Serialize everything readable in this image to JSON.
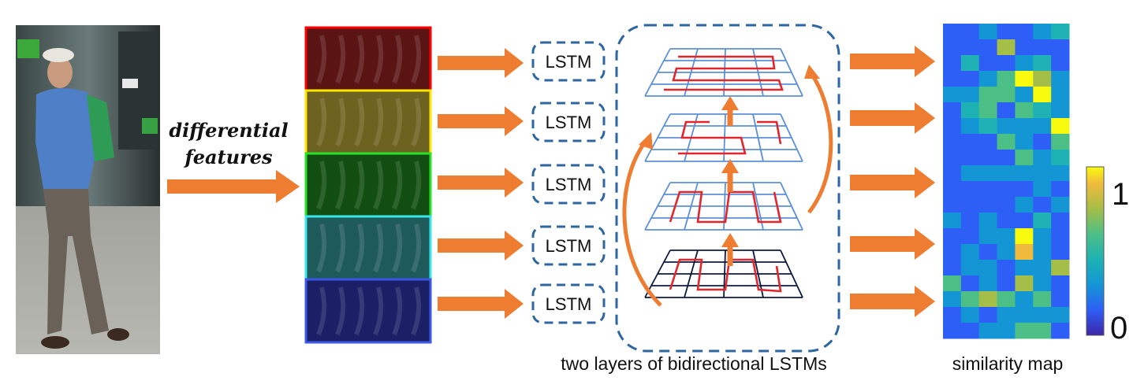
{
  "labels": {
    "input_caption_line1": "differential",
    "input_caption_line2": "features",
    "lstm_label": "LSTM",
    "bilstm_caption": "two layers of bidirectional LSTMs",
    "similarity_caption": "similarity map",
    "colorbar_max": "1",
    "colorbar_min": "0"
  },
  "feature_stripes": [
    {
      "name": "red-stripe",
      "fill": "#5a1414",
      "border": "#ff0000"
    },
    {
      "name": "yellow-stripe",
      "fill": "#6e6220",
      "border": "#ffe600"
    },
    {
      "name": "green-stripe",
      "fill": "#124e12",
      "border": "#27e327"
    },
    {
      "name": "cyan-stripe",
      "fill": "#1f5a5a",
      "border": "#36e6ec"
    },
    {
      "name": "blue-stripe",
      "fill": "#1a1f66",
      "border": "#3b58e8"
    }
  ],
  "colors": {
    "arrow": "#ee7d31",
    "dashed_border": "#2e66a0",
    "grid_blue": "#5b8fd6",
    "grid_dark": "#0d1a40",
    "path_red": "#e3262c"
  },
  "colormap": [
    "#3e26a8",
    "#2d5ef5",
    "#1496d5",
    "#1eb2b4",
    "#4cbf86",
    "#a5be47",
    "#f0ba3d",
    "#f9fb0e"
  ],
  "similarity_map": [
    [
      0.1,
      0.15,
      0.35,
      0.15,
      0.2,
      0.3,
      0.45
    ],
    [
      0.15,
      0.2,
      0.15,
      0.7,
      0.15,
      0.1,
      0.15
    ],
    [
      0.1,
      0.4,
      0.15,
      0.2,
      0.25,
      0.4,
      0.15
    ],
    [
      0.15,
      0.2,
      0.25,
      0.55,
      0.95,
      0.65,
      0.25
    ],
    [
      0.35,
      0.25,
      0.55,
      0.5,
      0.35,
      0.95,
      0.3
    ],
    [
      0.15,
      0.4,
      0.5,
      0.15,
      0.55,
      0.45,
      0.35
    ],
    [
      0.2,
      0.25,
      0.45,
      0.25,
      0.35,
      0.3,
      0.95
    ],
    [
      0.15,
      0.15,
      0.2,
      0.5,
      0.35,
      0.2,
      0.6
    ],
    [
      0.1,
      0.15,
      0.2,
      0.2,
      0.55,
      0.35,
      0.4
    ],
    [
      0.2,
      0.3,
      0.3,
      0.3,
      0.25,
      0.3,
      0.35
    ],
    [
      0.15,
      0.2,
      0.15,
      0.2,
      0.2,
      0.25,
      0.2
    ],
    [
      0.2,
      0.15,
      0.1,
      0.2,
      0.35,
      0.2,
      0.25
    ],
    [
      0.25,
      0.15,
      0.3,
      0.2,
      0.15,
      0.4,
      0.2
    ],
    [
      0.15,
      0.2,
      0.25,
      0.3,
      0.95,
      0.25,
      0.15
    ],
    [
      0.2,
      0.25,
      0.15,
      0.3,
      0.85,
      0.35,
      0.2
    ],
    [
      0.15,
      0.3,
      0.25,
      0.2,
      0.3,
      0.25,
      0.7
    ],
    [
      0.55,
      0.2,
      0.3,
      0.15,
      0.65,
      0.3,
      0.2
    ],
    [
      0.3,
      0.5,
      0.7,
      0.55,
      0.3,
      0.5,
      0.15
    ],
    [
      0.15,
      0.3,
      0.2,
      0.25,
      0.3,
      0.25,
      0.3
    ],
    [
      0.2,
      0.15,
      0.3,
      0.25,
      0.55,
      0.55,
      0.2
    ]
  ]
}
